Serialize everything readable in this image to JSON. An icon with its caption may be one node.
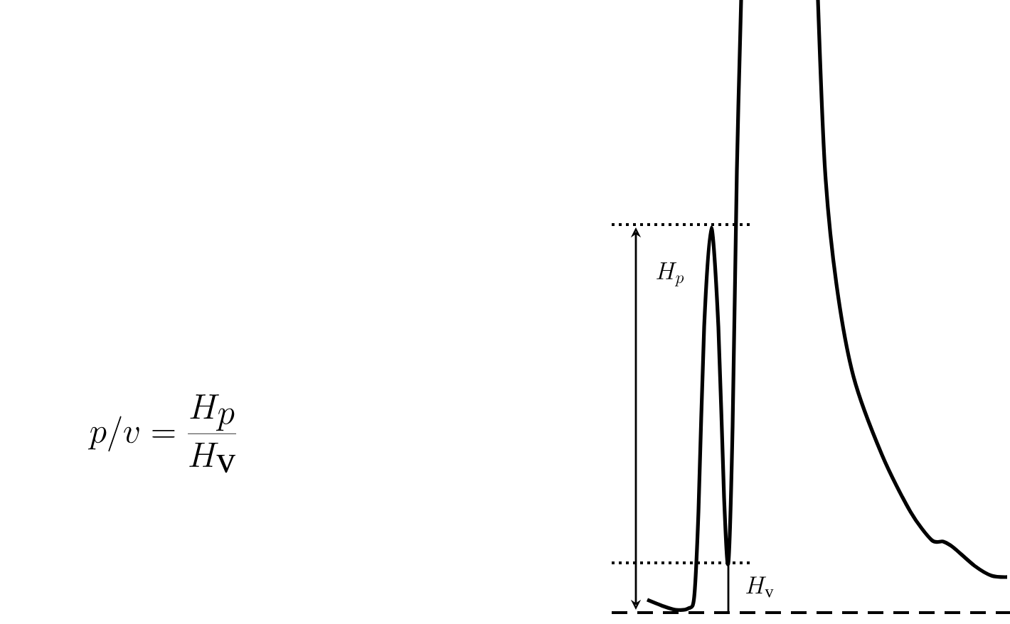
{
  "diagram": {
    "labels": [
      "p/v = \\frac{H_p}{H_{\\mathrm{v}}}",
      "H_p",
      "H_{\\mathrm{v}}"
    ]
  }
}
